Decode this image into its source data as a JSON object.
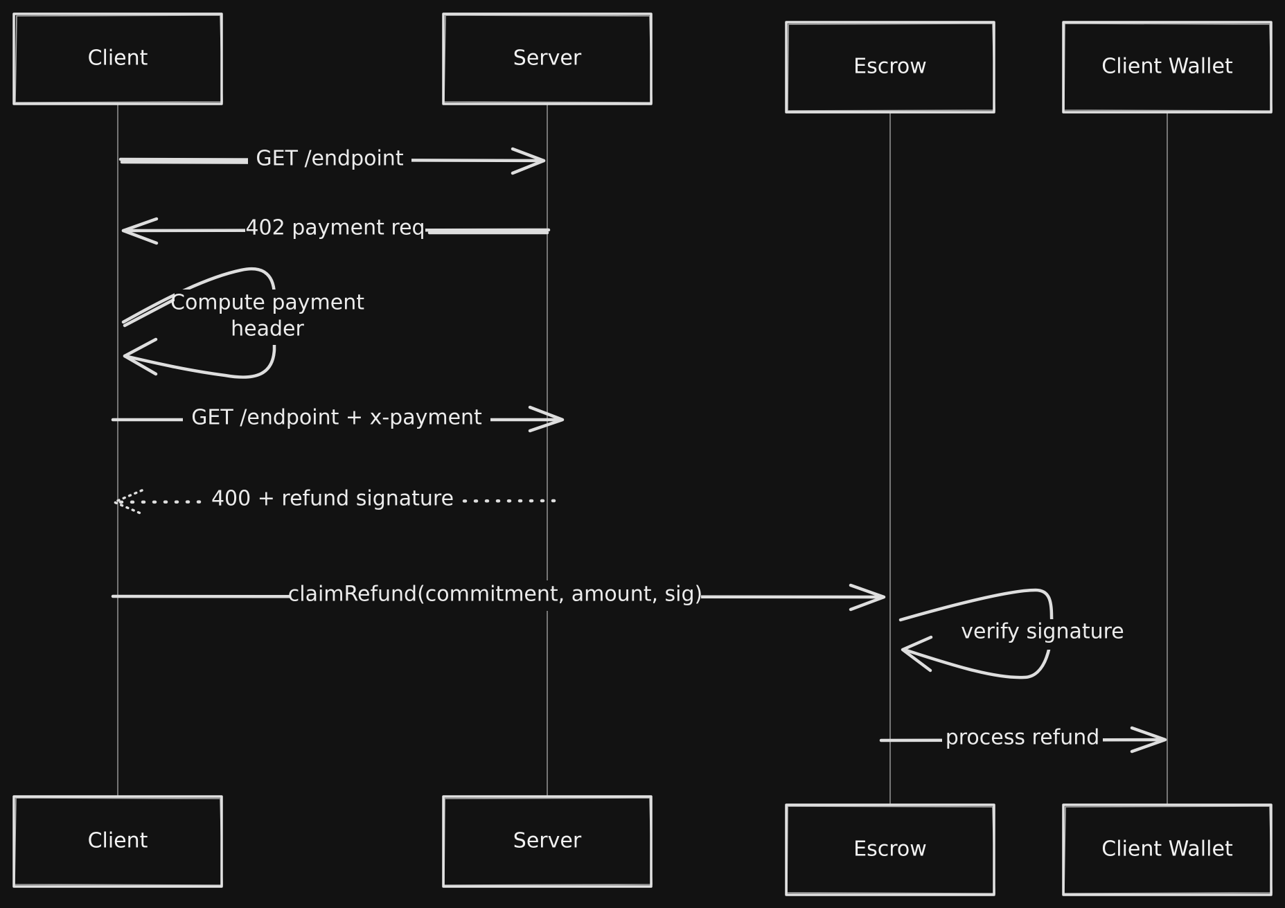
{
  "diagram": {
    "participants": [
      {
        "id": "client",
        "label": "Client"
      },
      {
        "id": "server",
        "label": "Server"
      },
      {
        "id": "escrow",
        "label": "Escrow"
      },
      {
        "id": "wallet",
        "label": "Client Wallet"
      }
    ],
    "messages": [
      {
        "from": "client",
        "to": "server",
        "style": "solid",
        "lines": [
          "GET /endpoint"
        ]
      },
      {
        "from": "server",
        "to": "client",
        "style": "solid",
        "lines": [
          "402 payment req"
        ]
      },
      {
        "from": "client",
        "to": "client",
        "style": "solid",
        "lines": [
          "Compute payment",
          "header"
        ]
      },
      {
        "from": "client",
        "to": "server",
        "style": "solid",
        "lines": [
          "GET /endpoint + x-payment"
        ]
      },
      {
        "from": "server",
        "to": "client",
        "style": "dashed",
        "lines": [
          "400 + refund signature"
        ]
      },
      {
        "from": "client",
        "to": "escrow",
        "style": "solid",
        "lines": [
          "claimRefund(commitment, amount, sig)"
        ]
      },
      {
        "from": "escrow",
        "to": "escrow",
        "style": "solid",
        "lines": [
          "verify signature"
        ]
      },
      {
        "from": "escrow",
        "to": "wallet",
        "style": "solid",
        "lines": [
          "process refund"
        ]
      }
    ]
  },
  "colors": {
    "background": "#121212",
    "stroke": "#e2e2e2",
    "text": "#f2f2f2",
    "lifeline": "#8f8f8f"
  }
}
